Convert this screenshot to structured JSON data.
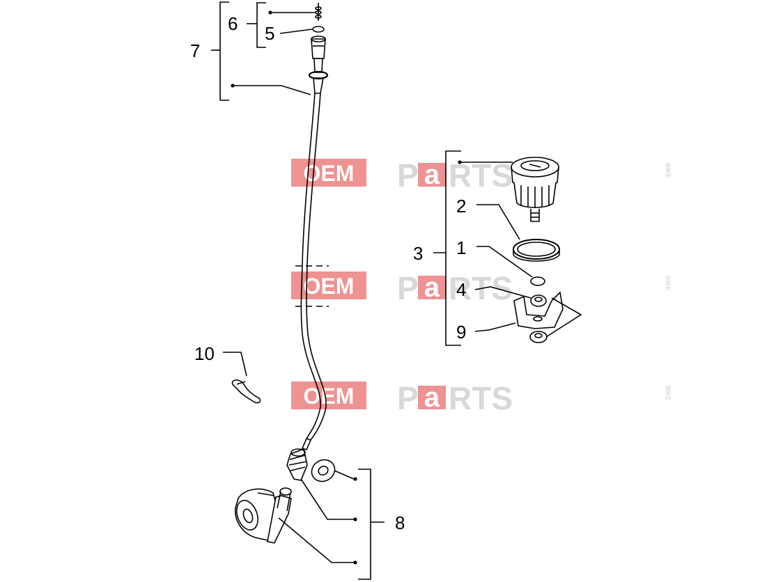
{
  "labels": {
    "l1": "1",
    "l2": "2",
    "l3": "3",
    "l4": "4",
    "l5": "5",
    "l6": "6",
    "l7": "7",
    "l8": "8",
    "l9": "9",
    "l10": "10"
  },
  "watermark": {
    "oem": "OEM",
    "bike": "BIKE",
    "parts_p": "P",
    "parts_a": "a",
    "parts_rts": "RTS"
  },
  "colors": {
    "line": "#000000",
    "watermark_red": "#e03a3a",
    "watermark_grey": "#b8b8b8"
  }
}
